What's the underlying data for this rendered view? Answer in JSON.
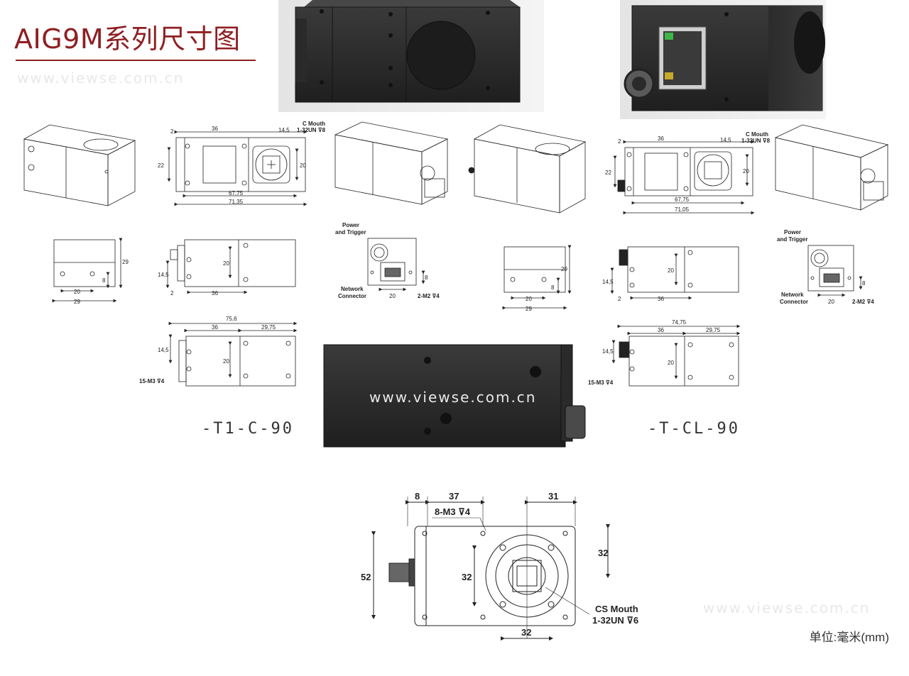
{
  "title": "AIG9M系列尺寸图",
  "watermark": "www.viewse.com.cn",
  "unit": "单位:毫米(mm)",
  "variants": {
    "left": "-T1-C-90",
    "right": "-T-CL-90"
  },
  "callouts": {
    "c_mouth_1": "C Mouth",
    "c_mouth_1_thread": "1-32UN ⊽8",
    "c_mouth_2": "C Mouth",
    "c_mouth_2_thread": "1-32UN ⊽8",
    "power_1a": "Power",
    "power_1b": "and Trigger",
    "network_1a": "Network",
    "network_1b": "Connector",
    "power_2a": "Power",
    "power_2b": "and Trigger",
    "network_2a": "Network",
    "network_2b": "Connector",
    "m2_1": "2-M2 ⊽4",
    "m2_2": "2-M2 ⊽4",
    "m3_1": "15-M3 ⊽4",
    "m3_2": "15-M3 ⊽4",
    "cs_mouth": "CS Mouth",
    "cs_thread": "1-32UN ⊽6",
    "m3_front": "8-M3 ⊽4"
  },
  "dims": {
    "l_front": {
      "d2": "2",
      "d36": "36",
      "d14_5": "14,5",
      "d22": "22",
      "d20": "20",
      "d67": "67,75",
      "d71": "71,35"
    },
    "r_front": {
      "d2": "2",
      "d36": "36",
      "d14_5": "14,5",
      "d22": "22",
      "d20": "20",
      "d67": "67,75",
      "d71": "71,05"
    },
    "l_end": {
      "d20": "20",
      "d29": "29",
      "d29v": "29",
      "d8": "8"
    },
    "r_end": {
      "d20": "20",
      "d29": "29",
      "d29v": "29",
      "d8": "8"
    },
    "l_side": {
      "d14_5": "14,5",
      "d20": "20",
      "d2": "2",
      "d36": "36"
    },
    "r_side": {
      "d14_5": "14,5",
      "d20": "20",
      "d2": "2",
      "d36": "36"
    },
    "l_conn": {
      "d20": "20",
      "d8": "8"
    },
    "r_conn": {
      "d20": "20",
      "d8": "8"
    },
    "l_bottom": {
      "d75": "75,6",
      "d36": "36",
      "d29": "29,75",
      "d14_5": "14,5",
      "d20": "20"
    },
    "r_bottom": {
      "d74": "74,75",
      "d36": "36",
      "d29": "29,75",
      "d14_5": "14,5",
      "d20": "20"
    },
    "front": {
      "d8": "8",
      "d37": "37",
      "d31": "31",
      "d52": "52",
      "d32a": "32",
      "d32b": "32",
      "d32c": "32"
    }
  }
}
